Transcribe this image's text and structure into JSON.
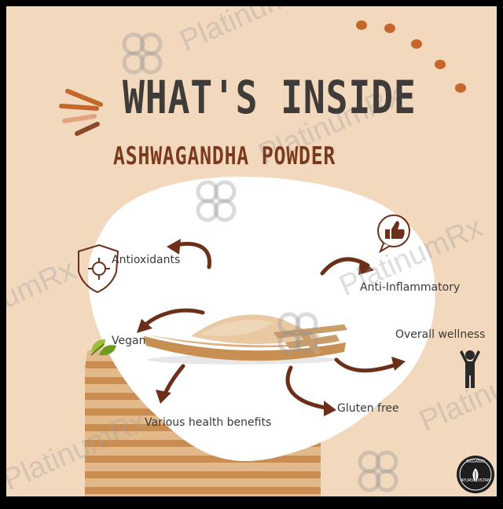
{
  "header": {
    "title": "WHAT'S INSIDE",
    "subtitle": "ASHWAGANDHA POWDER"
  },
  "benefits": [
    {
      "label": "Antioxidants",
      "icon": "shield-virus-icon"
    },
    {
      "label": "Anti-Inflammatory",
      "icon": "thumbs-up-bubble-icon"
    },
    {
      "label": "Vegan",
      "icon": "leaf-icon"
    },
    {
      "label": "Overall wellness",
      "icon": "person-cheering-icon"
    },
    {
      "label": "Various health benefits",
      "icon": ""
    },
    {
      "label": "Gluten free",
      "icon": ""
    }
  ],
  "watermark": {
    "text": "PlatinumRx"
  },
  "badge": {
    "text_top": "ORGANIC",
    "text_bottom": "AYURVEDISTAN",
    "icon": "leaf-emblem-icon"
  },
  "colors": {
    "background": "#f2d8bd",
    "accent_brown": "#6b2f1a",
    "title_dark": "#3e3b39",
    "subtitle_brown": "#7a3a1d",
    "blob": "#ffffff",
    "dots": "#c5662b",
    "stripes": "#d49a63"
  }
}
